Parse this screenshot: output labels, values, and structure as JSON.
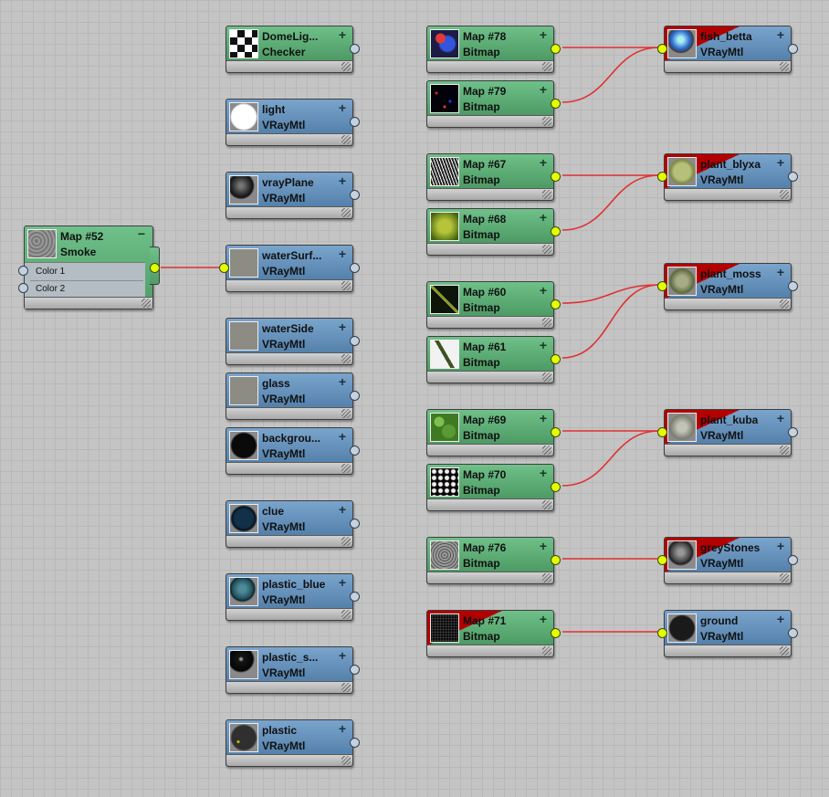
{
  "accent_colors": {
    "map_node": "#5aab73",
    "material_node": "#5f8bb5",
    "wire": "#e03030",
    "active_port": "#e4ff00",
    "error_banner": "#b30000"
  },
  "smoke": {
    "title": "Map #52",
    "type": "Smoke",
    "collapse_label": "−",
    "slot1": "Color 1",
    "slot2": "Color 2"
  },
  "materials": [
    {
      "name": "DomeLig...",
      "type": "Checker",
      "thumb": "checker",
      "kind": "map"
    },
    {
      "name": "light",
      "type": "VRayMtl",
      "thumb": "white-sphere",
      "kind": "mtl"
    },
    {
      "name": "vrayPlane",
      "type": "VRayMtl",
      "thumb": "dark-sphere",
      "kind": "mtl"
    },
    {
      "name": "waterSurf...",
      "type": "VRayMtl",
      "thumb": "grey-flat",
      "kind": "mtl"
    },
    {
      "name": "waterSide",
      "type": "VRayMtl",
      "thumb": "grey-flat",
      "kind": "mtl"
    },
    {
      "name": "glass",
      "type": "VRayMtl",
      "thumb": "grey-flat",
      "kind": "mtl"
    },
    {
      "name": "backgrou...",
      "type": "VRayMtl",
      "thumb": "black-sphere",
      "kind": "mtl"
    },
    {
      "name": "clue",
      "type": "VRayMtl",
      "thumb": "navy-sphere",
      "kind": "mtl"
    },
    {
      "name": "plastic_blue",
      "type": "VRayMtl",
      "thumb": "teal-sphere",
      "kind": "mtl"
    },
    {
      "name": "plastic_s...",
      "type": "VRayMtl",
      "thumb": "glossy-black-sphere",
      "kind": "mtl"
    },
    {
      "name": "plastic",
      "type": "VRayMtl",
      "thumb": "dark-dot-sphere",
      "kind": "mtl"
    }
  ],
  "bitmaps": [
    {
      "name": "Map #78",
      "type": "Bitmap",
      "thumb": "fish-icon",
      "error": false
    },
    {
      "name": "Map #79",
      "type": "Bitmap",
      "thumb": "speckle-icon",
      "error": false
    },
    {
      "name": "Map #67",
      "type": "Bitmap",
      "thumb": "white-grass-icon",
      "error": false
    },
    {
      "name": "Map #68",
      "type": "Bitmap",
      "thumb": "leaf-icon",
      "error": false
    },
    {
      "name": "Map #60",
      "type": "Bitmap",
      "thumb": "twig-icon",
      "error": false
    },
    {
      "name": "Map #61",
      "type": "Bitmap",
      "thumb": "branch-icon",
      "error": false
    },
    {
      "name": "Map #69",
      "type": "Bitmap",
      "thumb": "moss-icon",
      "error": false
    },
    {
      "name": "Map #70",
      "type": "Bitmap",
      "thumb": "dots-icon",
      "error": false
    },
    {
      "name": "Map #76",
      "type": "Bitmap",
      "thumb": "gravel-icon",
      "error": false
    },
    {
      "name": "Map #71",
      "type": "Bitmap",
      "thumb": "noise-icon",
      "error": true
    }
  ],
  "targets": [
    {
      "name": "fish_betta",
      "type": "VRayMtl",
      "thumb": "fish-sphere",
      "error": true
    },
    {
      "name": "plant_blyxa",
      "type": "VRayMtl",
      "thumb": "plant-sphere",
      "error": true
    },
    {
      "name": "plant_moss",
      "type": "VRayMtl",
      "thumb": "moss-sphere",
      "error": true
    },
    {
      "name": "plant_kuba",
      "type": "VRayMtl",
      "thumb": "kuba-sphere",
      "error": true
    },
    {
      "name": "greyStones",
      "type": "VRayMtl",
      "thumb": "stone-sphere",
      "error": true
    },
    {
      "name": "ground",
      "type": "VRayMtl",
      "thumb": "ground-sphere",
      "error": false
    }
  ],
  "plus_label": "+"
}
